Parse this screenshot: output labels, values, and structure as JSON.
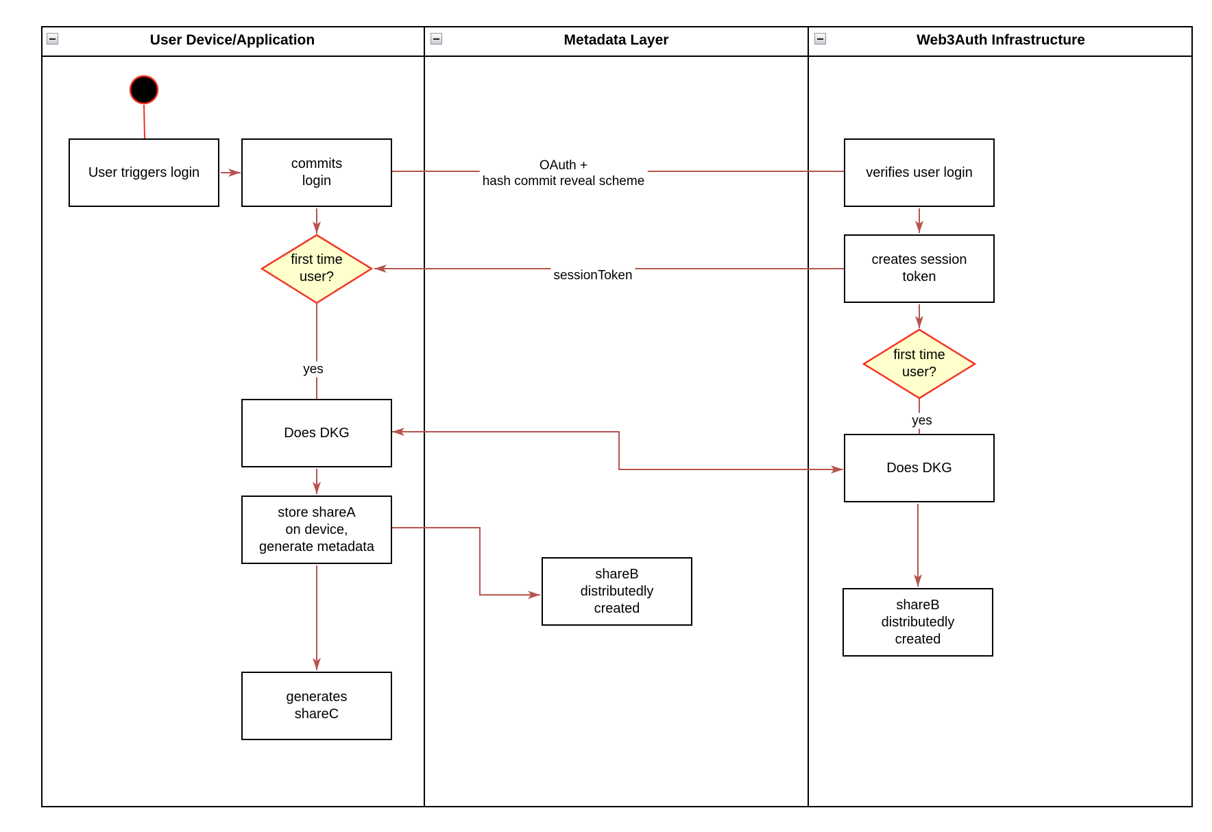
{
  "diagram": {
    "lanes": [
      {
        "title": "User Device/Application"
      },
      {
        "title": "Metadata Layer"
      },
      {
        "title": "Web3Auth Infrastructure"
      }
    ],
    "nodes": {
      "user_triggers_login": "User triggers login",
      "commits_login": "commits\nlogin",
      "first_time_user_device": "first time\nuser?",
      "does_dkg_device": "Does DKG",
      "store_sharea": "store shareA\non device,\ngenerate metadata",
      "generates_sharec": "generates\nshareC",
      "shareb_metadata": "shareB\ndistributedly\ncreated",
      "verifies_user_login": "verifies user login",
      "creates_session_token": "creates session\ntoken",
      "first_time_user_web3auth": "first time\nuser?",
      "does_dkg_web3auth": "Does DKG",
      "shareb_web3auth": "shareB\ndistributedly\ncreated"
    },
    "edge_labels": {
      "oauth": "OAuth +\nhash commit reveal scheme",
      "session_token": "sessionToken",
      "yes_device": "yes",
      "yes_web3auth": "yes"
    },
    "colors": {
      "connector": "#B5544E",
      "start": "#F22E20",
      "decision_fill": "#FFFFCC",
      "decision_border": "#F23527",
      "node_border": "#000000",
      "lane_border": "#000000"
    }
  }
}
